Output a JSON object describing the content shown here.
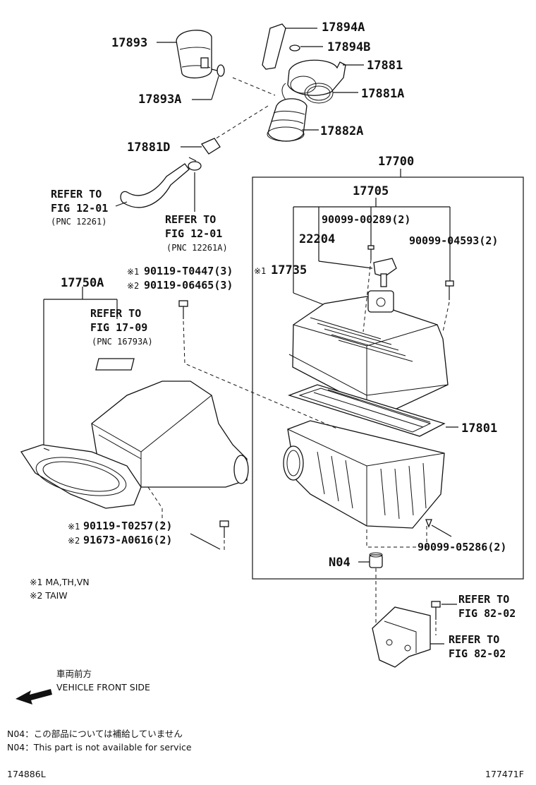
{
  "labels": {
    "p17893": "17893",
    "p17893A": "17893A",
    "p17894A": "17894A",
    "p17894B": "17894B",
    "p17881": "17881",
    "p17881A": "17881A",
    "p17882A": "17882A",
    "p17881D": "17881D",
    "p17700": "17700",
    "p17705": "17705",
    "p90099_00289": "90099-00289(2)",
    "p22204": "22204",
    "p90099_04593": "90099-04593(2)",
    "p17735": "17735",
    "p17750A": "17750A",
    "p17801": "17801",
    "p90099_05286": "90099-05286(2)",
    "pN04": "N04"
  },
  "refers": {
    "r1_line1": "REFER TO",
    "r1_line2": "FIG 12-01",
    "r1_line3": "(PNC 12261)",
    "r2_line1": "REFER TO",
    "r2_line2": "FIG 12-01",
    "r2_line3": "(PNC 12261A)",
    "r3_line1": "REFER TO",
    "r3_line2": "FIG 17-09",
    "r3_line3": "(PNC 16793A)",
    "r4_line1": "REFER TO",
    "r4_line2": "FIG 82-02",
    "r5_line1": "REFER TO",
    "r5_line2": "FIG 82-02"
  },
  "alternates": {
    "a1_mark": "※1",
    "a1_part": "90119-T0447(3)",
    "a2_mark": "※2",
    "a2_part": "90119-06465(3)",
    "b1_mark": "※1",
    "b1_part": "90119-T0257(2)",
    "b2_mark": "※2",
    "b2_part": "91673-A0616(2)",
    "c1_mark": "※1"
  },
  "notes": {
    "n1": "※1 MA,TH,VN",
    "n2": "※2 TAIW",
    "front_jp": "車両前方",
    "front_en": "VEHICLE FRONT SIDE",
    "n04_jp": "N04：この部品については補給していません",
    "n04_en": "N04：This part is not available for service",
    "code_left": "174886L",
    "code_right": "177471F"
  }
}
